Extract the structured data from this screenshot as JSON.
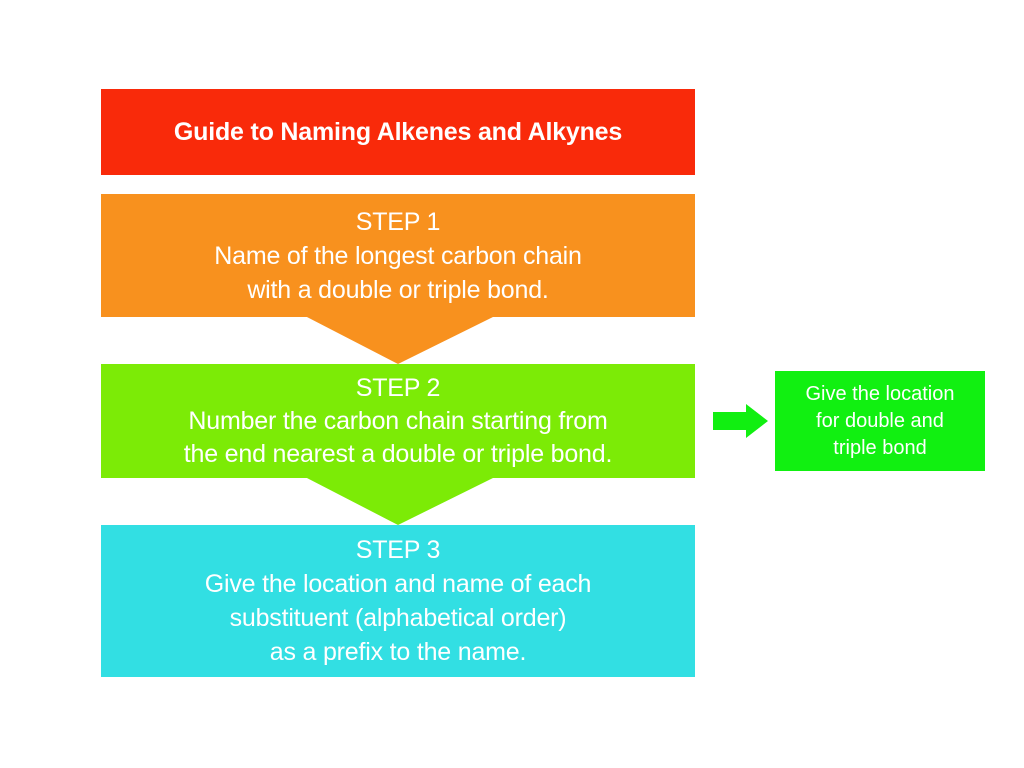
{
  "diagram": {
    "title_box": {
      "name": "guide-title",
      "lines": [
        "Guide to Naming Alkenes and Alkynes"
      ],
      "color": "#f92a0a",
      "text_color": "#ffffff"
    },
    "steps": [
      {
        "name": "step-1",
        "heading": "STEP 1",
        "lines": [
          "Name of the longest carbon chain",
          "with a double or triple bond."
        ],
        "color": "#f8911e",
        "text_color": "#ffffff",
        "has_tail": true
      },
      {
        "name": "step-2",
        "heading": "STEP 2",
        "lines": [
          "Number the carbon chain starting from",
          "the end nearest a double or triple bond."
        ],
        "color": "#7ceb06",
        "text_color": "#ffffff",
        "has_tail": true
      },
      {
        "name": "step-3",
        "heading": "STEP 3",
        "lines": [
          "Give the location and name of each",
          "substituent (alphabetical order)",
          "as a prefix to the name."
        ],
        "color": "#32dfe3",
        "text_color": "#ffffff",
        "has_tail": false
      }
    ],
    "side_note": {
      "name": "side-note-location",
      "lines": [
        "Give the location",
        "for double and",
        "triple bond"
      ],
      "color": "#11f011",
      "text_color": "#ffffff"
    },
    "connector_arrow": {
      "name": "right-arrow",
      "icon": "arrow-right-icon",
      "color": "#11ef11"
    },
    "background_color": "#ffffff"
  }
}
